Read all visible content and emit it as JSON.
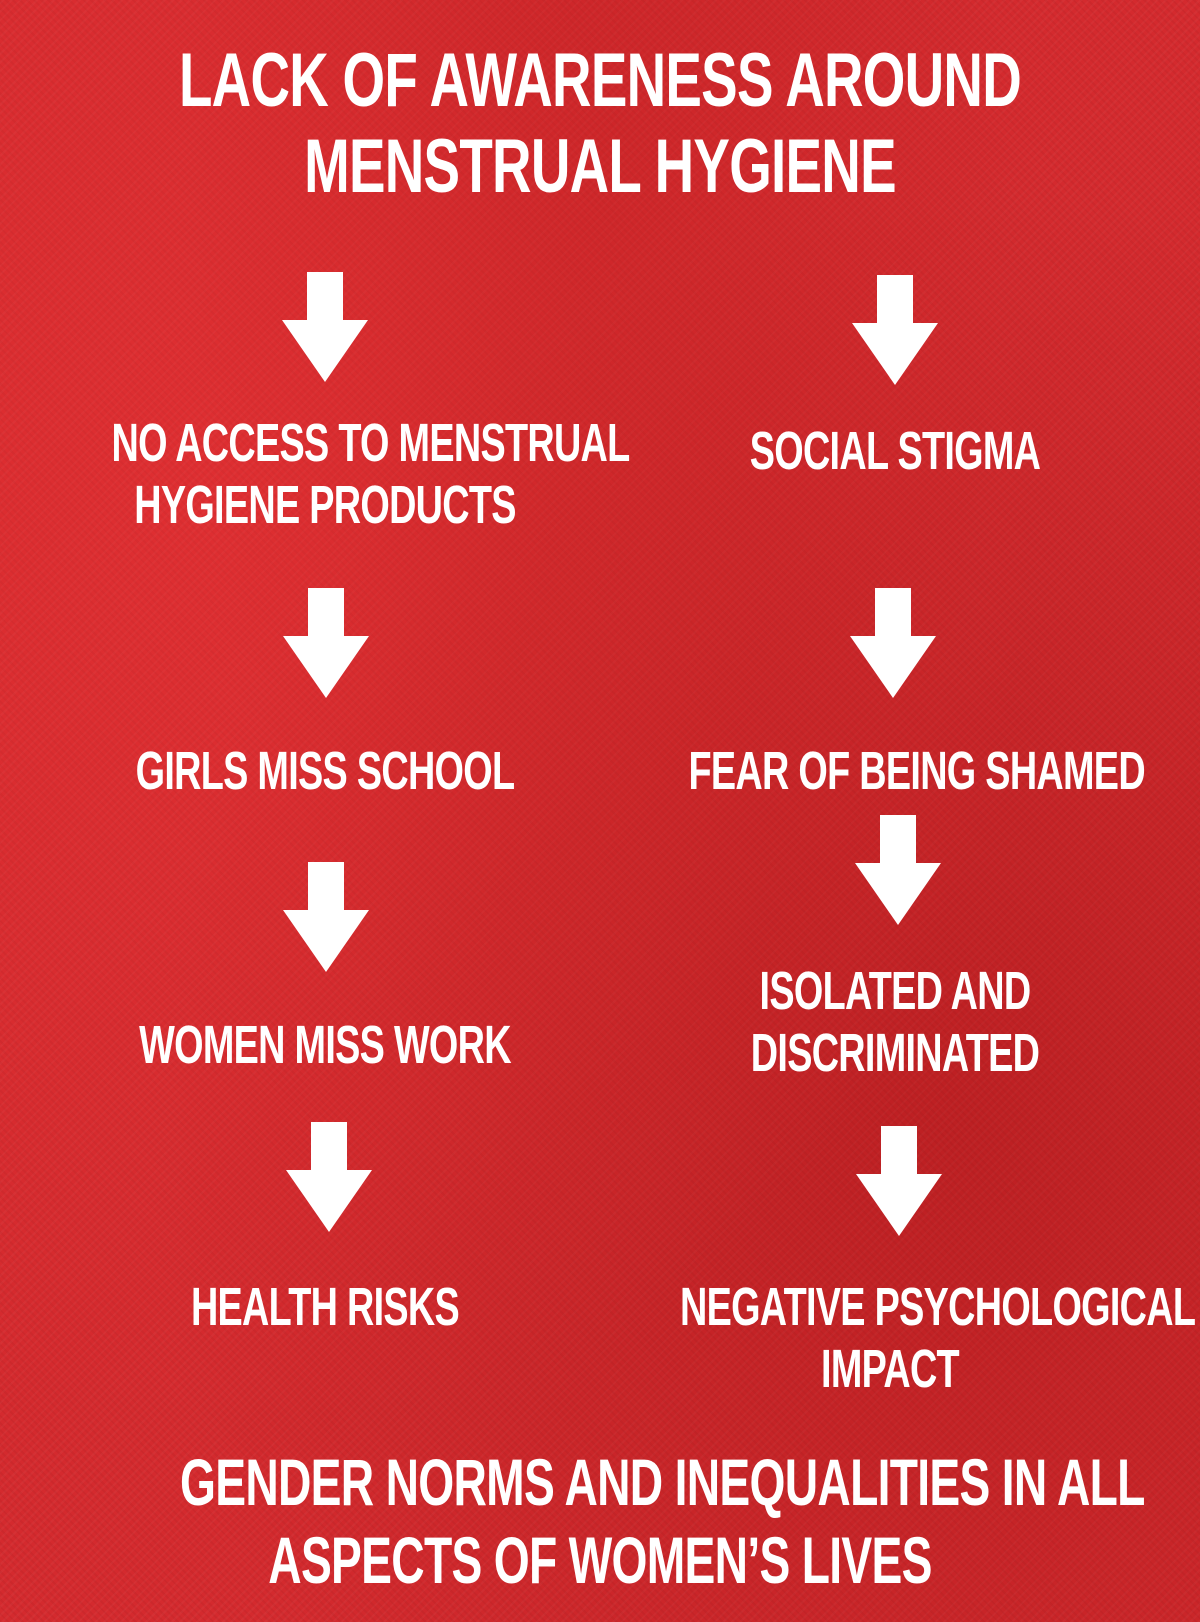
{
  "title": {
    "line1": "LACK OF AWARENESS AROUND",
    "line2": "MENSTRUAL HYGIENE"
  },
  "left_column": {
    "nodes": [
      {
        "line1": "NO ACCESS TO MENSTRUAL",
        "line2": "HYGIENE PRODUCTS"
      },
      {
        "line1": "GIRLS MISS SCHOOL"
      },
      {
        "line1": "WOMEN MISS WORK"
      },
      {
        "line1": "HEALTH RISKS"
      }
    ]
  },
  "right_column": {
    "nodes": [
      {
        "line1": "SOCIAL STIGMA"
      },
      {
        "line1": "FEAR OF BEING SHAMED"
      },
      {
        "line1": "ISOLATED AND",
        "line2": "DISCRIMINATED"
      },
      {
        "line1": "NEGATIVE PSYCHOLOGICAL",
        "line2": "IMPACT"
      }
    ]
  },
  "arrows": {
    "icon": "down-arrow-icon",
    "count": 8
  },
  "footer": {
    "line1": "GENDER NORMS AND INEQUALITIES IN ALL",
    "line2": "ASPECTS OF WOMEN’S LIVES"
  },
  "colors": {
    "background": "#d42a2e",
    "text": "#ffffff",
    "arrow": "#ffffff"
  }
}
